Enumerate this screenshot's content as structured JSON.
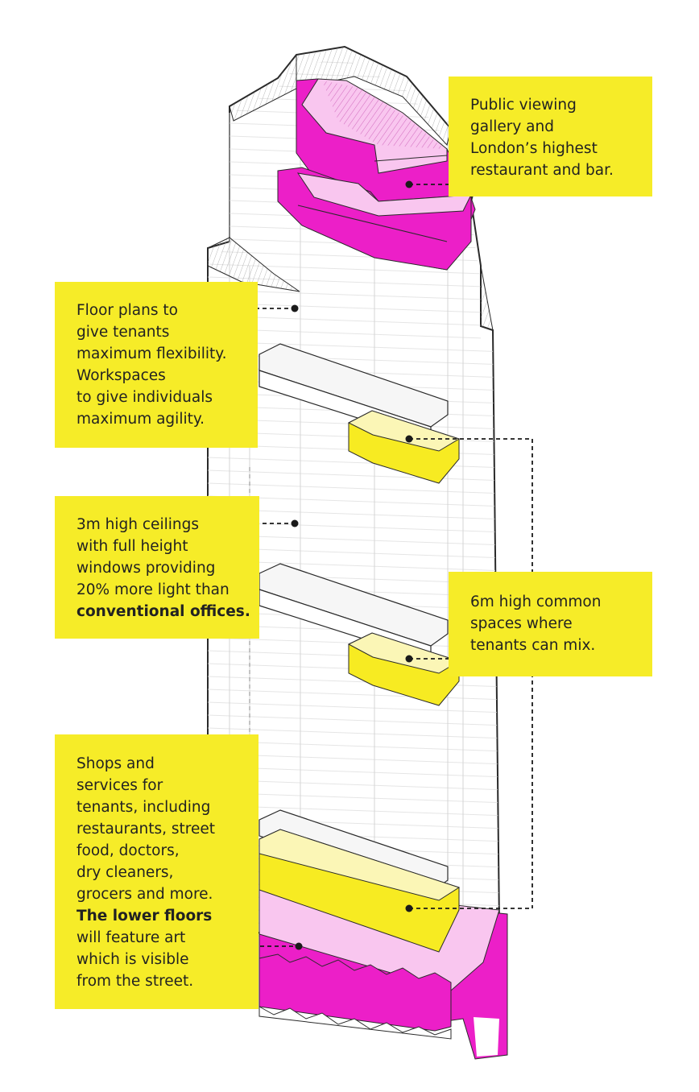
{
  "colors": {
    "callout_bg": "#f6ec28",
    "magenta": "#ec1fc8",
    "magenta_light": "#f9c6ef",
    "yellow_volume": "#f7eb22",
    "yellow_light": "#fbf6b6",
    "outline": "#2a2a2a",
    "floor_line": "#c9c9c9"
  },
  "callouts": {
    "viewing": {
      "lines": "Public viewing\ngallery and\nLondon’s highest\nrestaurant and bar."
    },
    "floorplans": {
      "lines": "Floor plans to\ngive tenants\nmaximum flexibility.\nWorkspaces\nto give individuals\nmaximum agility."
    },
    "ceilings": {
      "lines": "3m high ceilings\nwith full height\nwindows providing\n20% more light than",
      "bold": "conventional offices."
    },
    "common": {
      "lines": "6m high common\nspaces where\ntenants can mix."
    },
    "shops": {
      "lines": "Shops and\nservices for\ntenants, including\nrestaurants, street\nfood, doctors,\ndry cleaners,\ngrocers and more.",
      "bold": "The lower floors",
      "lines_after": "will feature art\nwhich is visible\nfrom the street."
    }
  }
}
